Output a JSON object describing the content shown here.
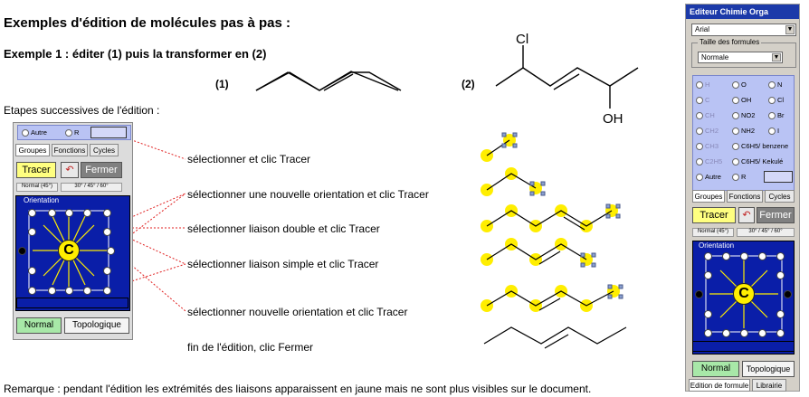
{
  "doc": {
    "title": "Exemples d'édition de molécules pas à pas :",
    "example_heading": "Exemple 1 : éditer (1) puis la transformer en (2)",
    "label_1": "(1)",
    "label_2": "(2)",
    "cl_label": "Cl",
    "oh_label": "OH",
    "steps_intro": "Etapes successives de l'édition :",
    "steps": [
      "sélectionner et clic Tracer",
      "sélectionner une nouvelle orientation et clic Tracer",
      "sélectionner liaison double et clic Tracer",
      "sélectionner liaison simple et clic Tracer",
      "sélectionner nouvelle orientation et clic Tracer",
      "fin de l'édition, clic Fermer"
    ],
    "remark": "Remarque : pendant l'édition les extrémités des liaisons apparaissent en jaune mais ne sont plus visibles sur le document."
  },
  "mini_editor": {
    "radio_autre": "Autre",
    "radio_r": "R",
    "tab_groupes": "Groupes",
    "tab_fonctions": "Fonctions",
    "tab_cycles": "Cycles",
    "btn_tracer": "Tracer",
    "btn_fermer": "Fermer",
    "angles": [
      "Normal (45°)",
      "30° / 45° / 60°"
    ],
    "orientation_title": "Orientation",
    "center_atom": "C",
    "btn_normal": "Normal",
    "btn_topologique": "Topologique"
  },
  "panel": {
    "title": "Editeur Chimie Orga",
    "font_value": "Arial",
    "size_group_title": "Taille des formules",
    "size_value": "Normale",
    "atoms": [
      [
        "H",
        "O",
        "N"
      ],
      [
        "C",
        "OH",
        "Cl"
      ],
      [
        "CH",
        "NO2",
        "Br"
      ],
      [
        "CH2",
        "NH2",
        "I"
      ],
      [
        "CH3",
        "C6H5/ benzene",
        ""
      ],
      [
        "C2H5",
        "C6H5/ Kekulé",
        ""
      ],
      [
        "Autre",
        "R",
        ""
      ]
    ],
    "tabs": [
      "Groupes",
      "Fonctions",
      "Cycles"
    ],
    "btn_tracer": "Tracer",
    "btn_fermer": "Fermer",
    "angles": [
      "Normal (45°)",
      "30° / 45° / 60°"
    ],
    "orientation_title": "Orientation",
    "center_atom": "C",
    "btn_normal": "Normal",
    "btn_topologique": "Topologique",
    "bottom_tabs": [
      "Edition de formule",
      "Librairie"
    ]
  },
  "colors": {
    "orientation_bg": "#0a1ea8",
    "title_bar": "#1c3aa9",
    "highlight": "#ffee00",
    "atom_panel": "#b9c3f4",
    "btn_green": "#a8e8a8",
    "connector_red": "#e02020"
  }
}
